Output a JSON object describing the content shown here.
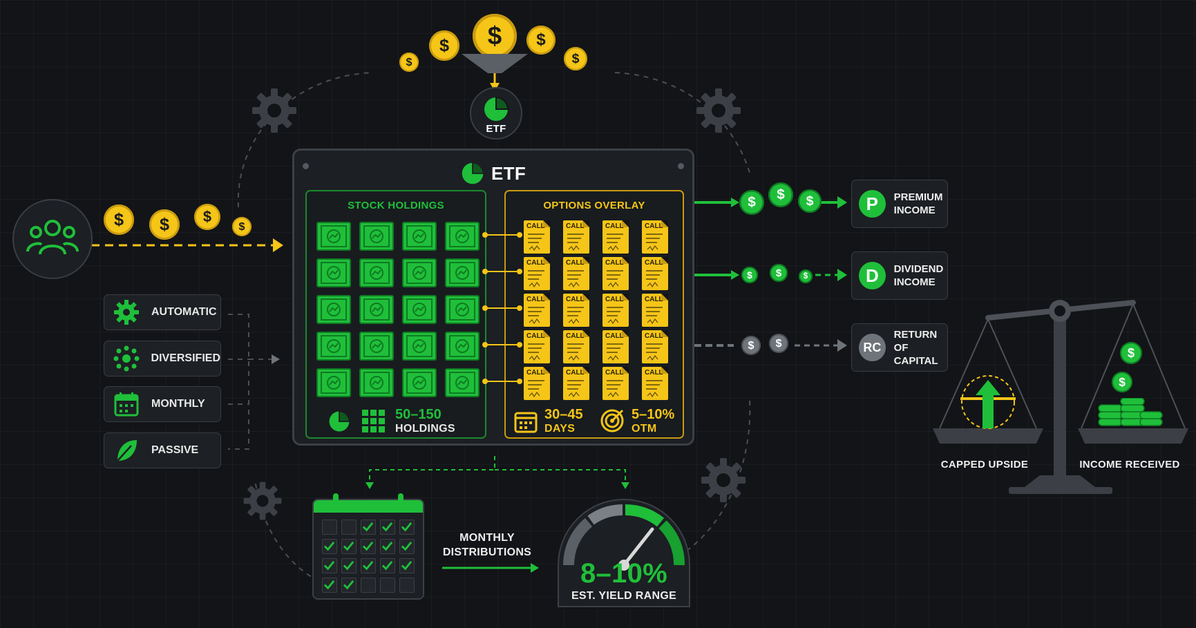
{
  "etf": {
    "top_label": "ETF",
    "panel_title": "ETF"
  },
  "stock_holdings": {
    "title": "STOCK HOLDINGS",
    "count": "50–150",
    "count_label": "HOLDINGS"
  },
  "options_overlay": {
    "title": "OPTIONS OVERLAY",
    "card_label": "CALL",
    "days": "30–45",
    "days_label": "DAYS",
    "otm": "5–10%",
    "otm_label": "OTM"
  },
  "features": [
    {
      "label": "AUTOMATIC",
      "icon": "gear-icon"
    },
    {
      "label": "DIVERSIFIED",
      "icon": "network-icon"
    },
    {
      "label": "MONTHLY",
      "icon": "calendar-icon"
    },
    {
      "label": "PASSIVE",
      "icon": "leaf-icon"
    }
  ],
  "income": [
    {
      "badge": "P",
      "line1": "PREMIUM",
      "line2": "INCOME",
      "color": "#1fbf3a"
    },
    {
      "badge": "D",
      "line1": "DIVIDEND",
      "line2": "INCOME",
      "color": "#1fbf3a"
    },
    {
      "badge": "RC",
      "line1": "RETURN OF",
      "line2": "CAPITAL",
      "color": "#6f747a"
    }
  ],
  "coin_symbol": "$",
  "distributions": {
    "line1": "MONTHLY",
    "line2": "DISTRIBUTIONS"
  },
  "yield": {
    "value": "8–10%",
    "label": "EST. YIELD RANGE"
  },
  "scale": {
    "left_label": "CAPPED UPSIDE",
    "right_label": "INCOME RECEIVED"
  },
  "colors": {
    "green": "#1fbf3a",
    "yellow": "#f5c518",
    "gray": "#6f747a",
    "bg": "#121417"
  }
}
